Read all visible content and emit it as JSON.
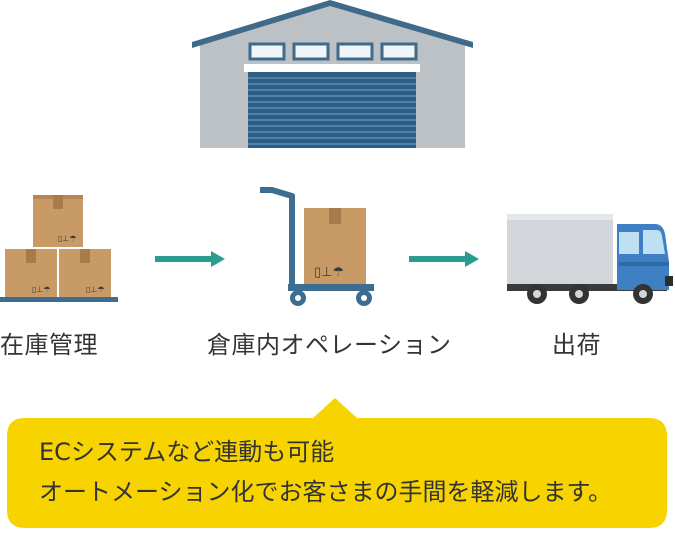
{
  "steps": [
    {
      "label": "在庫管理"
    },
    {
      "label": "倉庫内オペレーション"
    },
    {
      "label": "出荷"
    }
  ],
  "callout": {
    "line1": "ECシステムなど連動も可能",
    "line2": "オートメーション化でお客さまの手間を軽減します。"
  },
  "colors": {
    "arrow": "#2a9d8f",
    "warehouse_wall": "#bcc1c6",
    "warehouse_roof": "#3f6a8a",
    "shutter": "#3b6d94",
    "box": "#c89a66",
    "cart": "#3d6d90",
    "truck_cab": "#3f80c4",
    "truck_body": "#d2d6da",
    "callout_bg": "#f7d400",
    "text": "#333333"
  },
  "icons": [
    "warehouse-icon",
    "stacked-boxes-icon",
    "hand-truck-icon",
    "delivery-truck-icon",
    "arrow-right-icon"
  ]
}
